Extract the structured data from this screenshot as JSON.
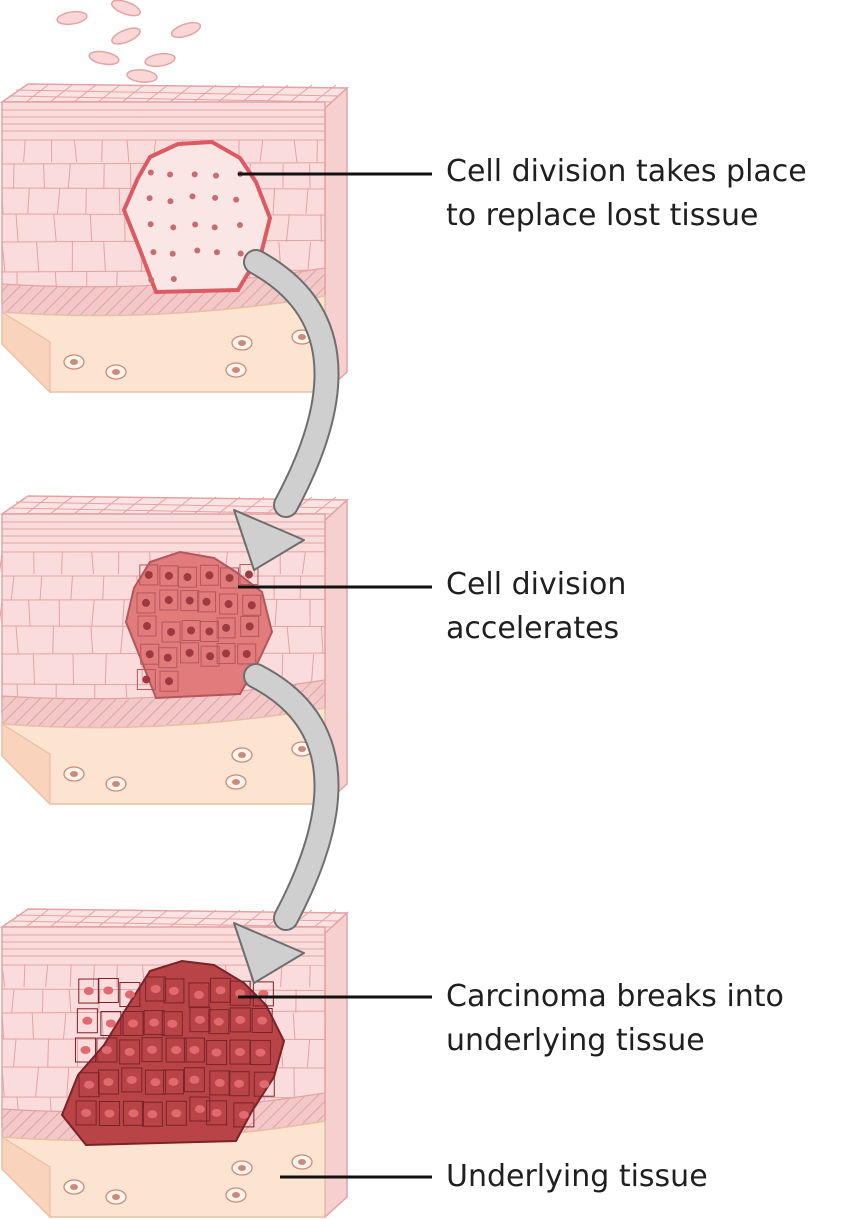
{
  "labels": {
    "stage1": {
      "line1": "Cell division takes place",
      "line2": "to replace lost tissue"
    },
    "stage2": {
      "line1": "Cell division",
      "line2": "accelerates"
    },
    "stage3": {
      "line1": "Carcinoma breaks into",
      "line2": "underlying tissue"
    },
    "tissue": {
      "line1": "Underlying tissue"
    }
  },
  "colors": {
    "epidermis": "#fbdcdc",
    "cell_outline": "#e3a3a3",
    "basal_layer": "#f0c3c3",
    "underlying": "#fde4d0",
    "dividing_outline": "#dc5a63",
    "accelerating_fill": "#e27b7c",
    "carcinoma_fill": "#b94448",
    "arrow_fill": "#cfcfcf",
    "arrow_stroke": "#6e6e6e"
  }
}
